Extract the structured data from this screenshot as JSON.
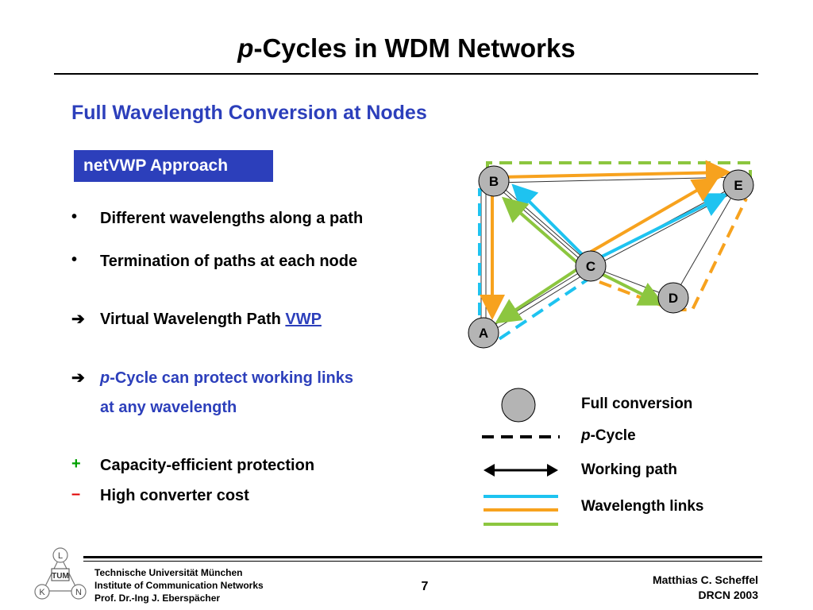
{
  "slide": {
    "title_italic": "p",
    "title_rest": "-Cycles in WDM Networks",
    "subtitle": "Full Wavelength Conversion at Nodes",
    "badge": "netVWP Approach"
  },
  "bullets": [
    {
      "marker": "•",
      "text": "Different wavelengths along a path"
    },
    {
      "marker": "•",
      "text": "Termination of paths at each node"
    }
  ],
  "arrow_items": [
    {
      "marker": "➔",
      "text": "Virtual Wavelength Path",
      "link": "VWP"
    },
    {
      "marker": "➔",
      "italic": "p",
      "line1": "-Cycle can protect working links",
      "line2": "at any wavelength"
    }
  ],
  "pros_cons": [
    {
      "marker": "+",
      "text": "Capacity-efficient protection"
    },
    {
      "marker": "–",
      "text": "High converter cost"
    }
  ],
  "diagram": {
    "nodes": [
      {
        "id": "B",
        "label": "B"
      },
      {
        "id": "E",
        "label": "E"
      },
      {
        "id": "C",
        "label": "C"
      },
      {
        "id": "D",
        "label": "D"
      },
      {
        "id": "A",
        "label": "A"
      }
    ],
    "colors": {
      "cyan": "#1ec3f0",
      "orange": "#f7a21e",
      "green": "#8cc63f",
      "node_fill": "#b4b4b4"
    }
  },
  "legend": {
    "full_conversion": "Full conversion",
    "pcycle_italic": "p",
    "pcycle_rest": "-Cycle",
    "working_path": "Working path",
    "wavelength_links": "Wavelength links"
  },
  "footer": {
    "logo_letters": [
      "L",
      "K",
      "N"
    ],
    "logo_mark": "TUM",
    "institution_line1": "Technische Universität München",
    "institution_line2": "Institute of Communication Networks",
    "institution_line3": "Prof. Dr.-Ing J. Eberspächer",
    "page_number": "7",
    "author": "Matthias C. Scheffel",
    "venue": "DRCN 2003"
  }
}
